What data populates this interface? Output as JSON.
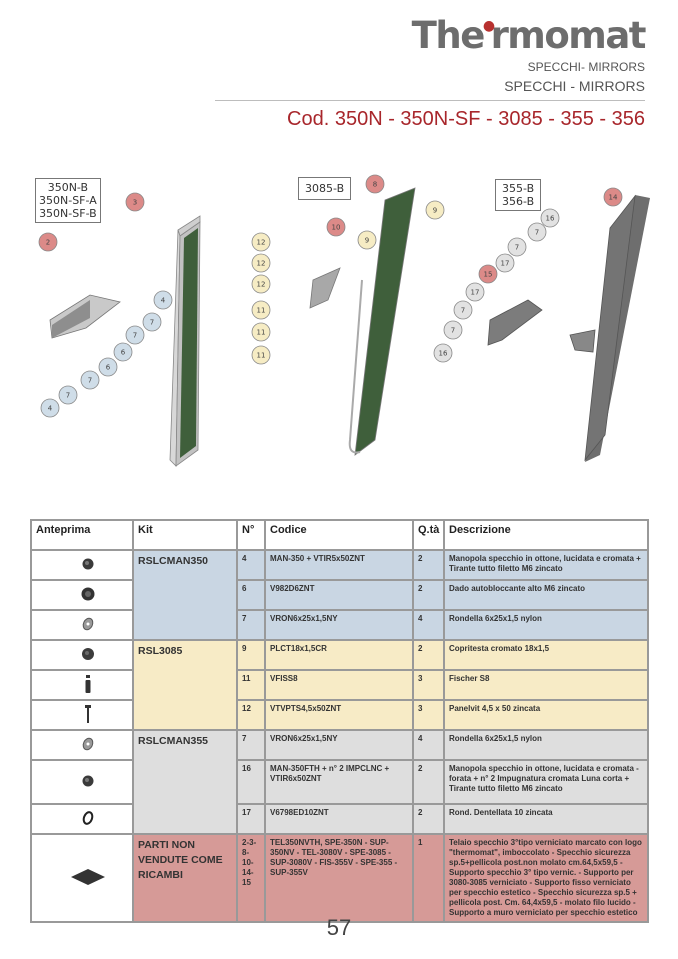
{
  "header": {
    "logo": {
      "pre": "The",
      "accent_glyph": "’",
      "post": "rmomat"
    },
    "subtitle_1": "SPECCHI- MIRRORS",
    "subtitle_2": "SPECCHI - MIRRORS",
    "code_line": "Cod. 350N - 350N-SF - 3085 - 355 - 356",
    "accent_color": "#a8262b"
  },
  "diagram": {
    "groups": [
      {
        "label_lines": [
          "350N-B",
          "350N-SF-A",
          "350N-SF-B"
        ]
      },
      {
        "label_lines": [
          "3085-B"
        ]
      },
      {
        "label_lines": [
          "355-B",
          "356-B"
        ]
      }
    ],
    "callouts": {
      "g1": [
        "3",
        "2",
        "4",
        "7",
        "7",
        "6",
        "6",
        "7",
        "7",
        "4"
      ],
      "g2": [
        "8",
        "10",
        "9",
        "9",
        "12",
        "12",
        "12",
        "11",
        "11",
        "11"
      ],
      "g3": [
        "14",
        "16",
        "7",
        "7",
        "17",
        "15",
        "17",
        "7",
        "7",
        "16"
      ]
    }
  },
  "table": {
    "headers": [
      "Anteprima",
      "Kit",
      "N°",
      "Codice",
      "Q.tà",
      "Descrizione"
    ],
    "groups": [
      {
        "kit": "RSLCMAN350",
        "color": "#c9d6e3",
        "rows": [
          {
            "preview": "knob-icon",
            "n": "4",
            "code": "MAN-350 + VTIR5x50ZNT",
            "qty": "2",
            "desc": "Manopola specchio in ottone, lucidata e cromata + Tirante tutto filetto M6 zincato"
          },
          {
            "preview": "nut-icon",
            "n": "6",
            "code": "V982D6ZNT",
            "qty": "2",
            "desc": "Dado autobloccante alto M6 zincato"
          },
          {
            "preview": "washer-icon",
            "n": "7",
            "code": "VRON6x25x1,5NY",
            "qty": "4",
            "desc": "Rondella 6x25x1,5 nylon"
          }
        ]
      },
      {
        "kit": "RSL3085",
        "color": "#f7ebc6",
        "rows": [
          {
            "preview": "cap-icon",
            "n": "9",
            "code": "PLCT18x1,5CR",
            "qty": "2",
            "desc": "Copritesta cromato 18x1,5"
          },
          {
            "preview": "anchor-icon",
            "n": "11",
            "code": "VFISS8",
            "qty": "3",
            "desc": "Fischer S8"
          },
          {
            "preview": "screw-icon",
            "n": "12",
            "code": "VTVPTS4,5x50ZNT",
            "qty": "3",
            "desc": "Panelvit 4,5 x 50 zincata"
          }
        ]
      },
      {
        "kit": "RSLCMAN355",
        "color": "#dedede",
        "rows": [
          {
            "preview": "washer-icon",
            "n": "7",
            "code": "VRON6x25x1,5NY",
            "qty": "4",
            "desc": "Rondella 6x25x1,5 nylon"
          },
          {
            "preview": "knob-icon",
            "n": "16",
            "code": "MAN-350FTH + n° 2 IMPCLNC + VTIR6x50ZNT",
            "qty": "2",
            "desc": "Manopola specchio in ottone, lucidata e cromata - forata + n° 2 Impugnatura cromata Luna corta + Tirante tutto filetto M6 zincato"
          },
          {
            "preview": "serrated-washer-icon",
            "n": "17",
            "code": "V6798ED10ZNT",
            "qty": "2",
            "desc": "Rond. Dentellata 10 zincata"
          }
        ]
      },
      {
        "kit": "PARTI NON VENDUTE COME RICAMBI",
        "color": "#d69a97",
        "rows": [
          {
            "preview": "panel-icon",
            "n": "2-3-8-10-14-15",
            "code": "TEL350NVTH, SPE-350N - SUP-350NV - TEL-3080V - SPE-3085 - SUP-3080V - FIS-355V - SPE-355 - SUP-355V",
            "qty": "1",
            "desc": "Telaio specchio 3°tipo verniciato marcato con logo \"thermomat\", imboccolato - Specchio sicurezza sp.5+pellicola post.non molato cm.64,5x59,5 - Supporto specchio 3° tipo vernic. - Supporto per 3080-3085 verniciato - Supporto fisso verniciato per specchio estetico - Specchio sicurezza sp.5 + pellicola post. Cm. 64,4x59,5 - molato filo lucido - Supporto a muro verniciato per specchio estetico"
          }
        ]
      }
    ]
  },
  "footer": {
    "page_number": "57"
  }
}
